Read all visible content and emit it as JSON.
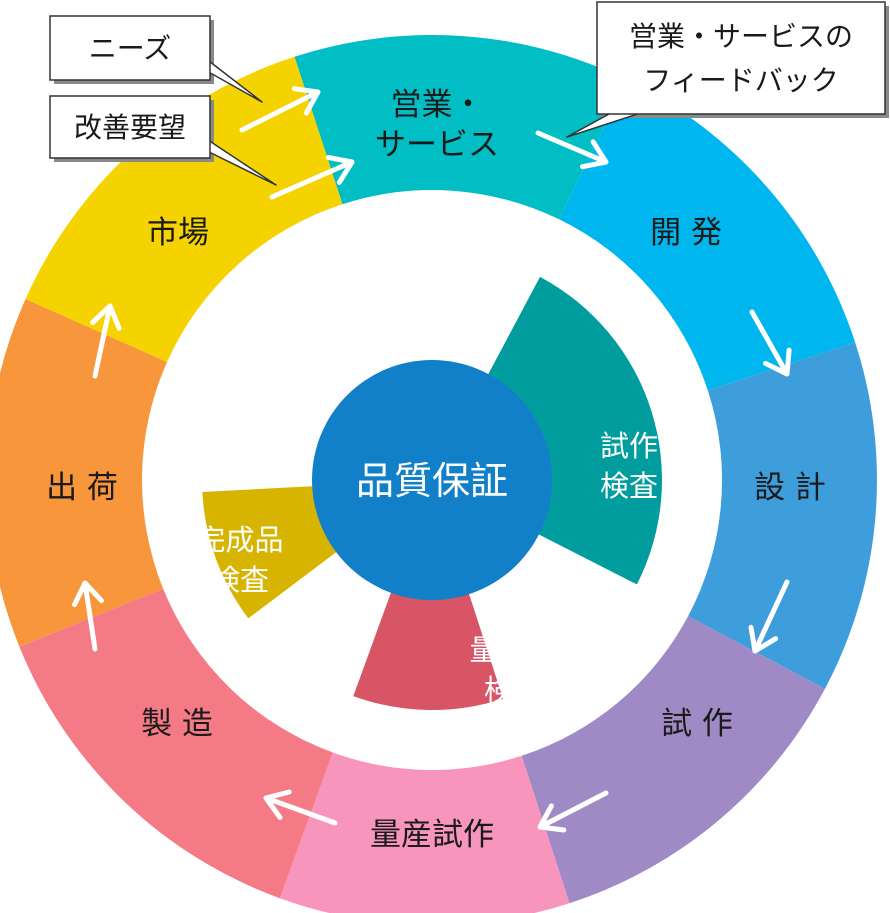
{
  "center": {
    "label": "品質保証",
    "color": "#1180c8"
  },
  "ring": [
    {
      "id": "sales",
      "lines": [
        "営業・",
        "サービス"
      ],
      "color": "#00bec4"
    },
    {
      "id": "development",
      "lines": [
        "開 発"
      ],
      "color": "#00b6ef"
    },
    {
      "id": "design",
      "lines": [
        "設 計"
      ],
      "color": "#3e9ddb"
    },
    {
      "id": "prototype",
      "lines": [
        "試 作"
      ],
      "color": "#a08ac6"
    },
    {
      "id": "mass-trial",
      "lines": [
        "量産試作"
      ],
      "color": "#f795bd"
    },
    {
      "id": "manufacturing",
      "lines": [
        "製 造"
      ],
      "color": "#f47a86"
    },
    {
      "id": "shipping",
      "lines": [
        "出 荷"
      ],
      "color": "#f7963b"
    },
    {
      "id": "market",
      "lines": [
        "市場"
      ],
      "color": "#f5d300"
    }
  ],
  "inspections": [
    {
      "id": "prototype-inspection",
      "lines": [
        "試作",
        "検査"
      ],
      "color": "#009c9e"
    },
    {
      "id": "mass-inspection",
      "lines": [
        "量産化",
        "検査"
      ],
      "color": "#d75565"
    },
    {
      "id": "final-inspection",
      "lines": [
        "完成品",
        "検査"
      ],
      "color": "#d6b400"
    }
  ],
  "callouts": [
    {
      "id": "needs",
      "lines": [
        "ニーズ"
      ]
    },
    {
      "id": "requests",
      "lines": [
        "改善要望"
      ]
    },
    {
      "id": "feedback",
      "lines": [
        "営業・サービスの",
        "フィードバック"
      ]
    }
  ]
}
